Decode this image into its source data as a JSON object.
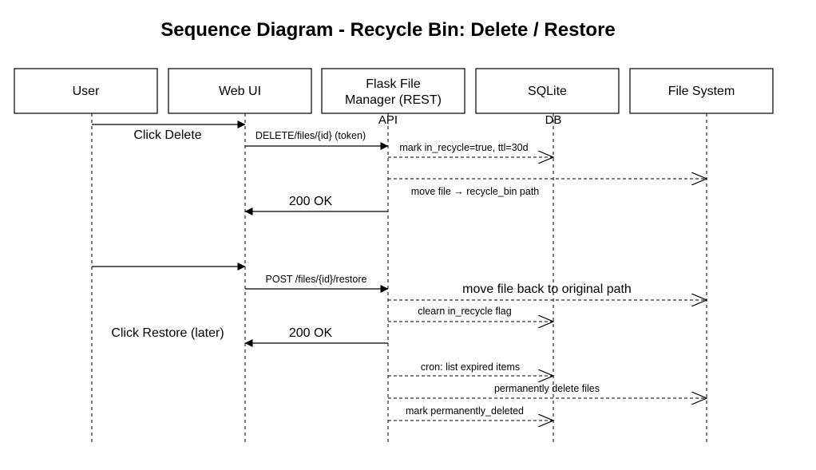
{
  "title": "Sequence Diagram - Recycle Bin: Delete / Restore",
  "participants": [
    {
      "id": "user",
      "lines": [
        "User"
      ],
      "sub": ""
    },
    {
      "id": "webui",
      "lines": [
        "Web UI"
      ],
      "sub": ""
    },
    {
      "id": "api",
      "lines": [
        "Flask File",
        "Manager (REST)"
      ],
      "sub": "API"
    },
    {
      "id": "db",
      "lines": [
        "SQLite"
      ],
      "sub": "DB"
    },
    {
      "id": "fs",
      "lines": [
        "File System"
      ],
      "sub": ""
    }
  ],
  "messages": [
    {
      "from": "user",
      "to": "webui",
      "label": "",
      "style": "solid"
    },
    {
      "from": "webui",
      "to": "api",
      "label": "DELETE/files/{id} (token)",
      "style": "solid"
    },
    {
      "from": "api",
      "to": "db",
      "label": "mark in_recycle=true, ttl=30d",
      "style": "dashed"
    },
    {
      "from": "api",
      "to": "fs",
      "label": "move file → recycle_bin path",
      "style": "dashed"
    },
    {
      "from": "api",
      "to": "webui",
      "label": "200 OK",
      "style": "solid"
    },
    {
      "from": "user",
      "to": "webui",
      "label": "",
      "style": "solid"
    },
    {
      "from": "webui",
      "to": "api",
      "label": "POST /files/{id}/restore",
      "style": "solid"
    },
    {
      "from": "api",
      "to": "fs",
      "label": "move file back to original path",
      "style": "dashed"
    },
    {
      "from": "api",
      "to": "db",
      "label": "clearn in_recycle flag",
      "style": "dashed"
    },
    {
      "from": "api",
      "to": "webui",
      "label": "200 OK",
      "style": "solid"
    },
    {
      "from": "api",
      "to": "db",
      "label": "cron: list expired items",
      "style": "dashed"
    },
    {
      "from": "api",
      "to": "fs",
      "label": "permanently delete files",
      "style": "dashed"
    },
    {
      "from": "api",
      "to": "db",
      "label": "mark permanently_deleted",
      "style": "dashed"
    }
  ],
  "notes": [
    {
      "text": "Click Delete"
    },
    {
      "text": "Click Restore (later)"
    }
  ]
}
